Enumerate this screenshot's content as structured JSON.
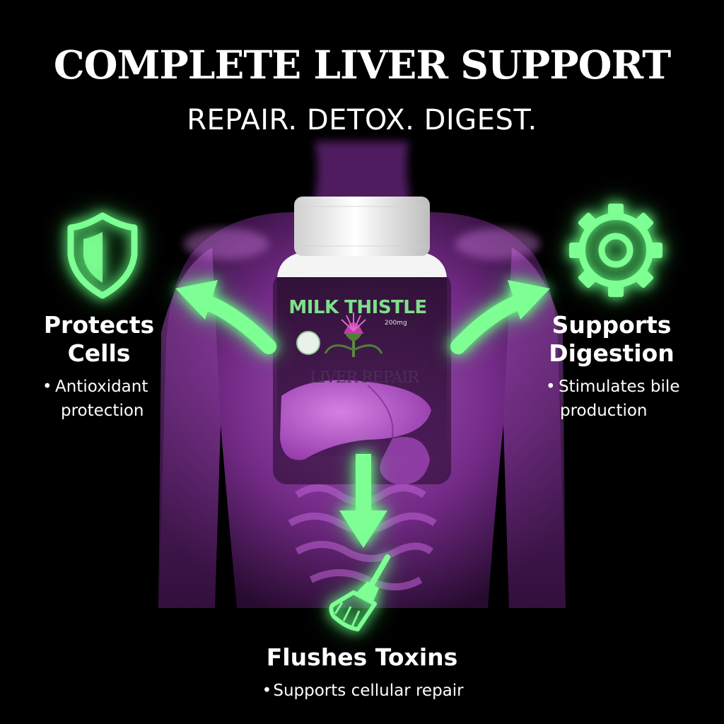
{
  "header": {
    "headline": "COMPLETE LIVER SUPPORT",
    "subhead": "REPAIR. DETOX. DIGEST."
  },
  "product": {
    "name": "MILK THISTLE",
    "dose": "200mg",
    "tagline": "LIVER REPAIR"
  },
  "features": {
    "left": {
      "title_line1": "Protects",
      "title_line2": "Cells",
      "bullet_line1": "Antioxidant",
      "bullet_line2": "protection",
      "icon": "shield-icon"
    },
    "right": {
      "title_line1": "Supports",
      "title_line2": "Digestion",
      "bullet_line1": "Stimulates bile",
      "bullet_line2": "production",
      "icon": "gear-icon"
    },
    "bottom": {
      "title": "Flushes Toxins",
      "bullet": "Supports cellular repair",
      "icon": "broom-icon"
    },
    "bullet_glyph": "•"
  },
  "colors": {
    "background": "#000000",
    "glow_green": "#6dff8a",
    "body_purple": "#9b3fb0",
    "text_white": "#ffffff"
  }
}
